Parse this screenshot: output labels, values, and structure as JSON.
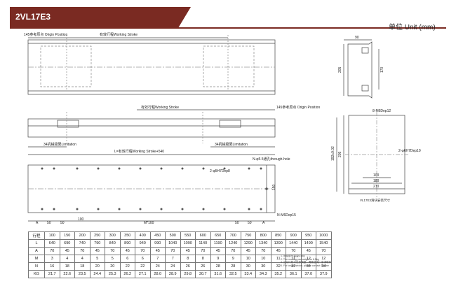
{
  "header": {
    "title": "2VL17E3",
    "unit": "单位 Unit (mm)"
  },
  "colors": {
    "brand": "#7a2a22",
    "line": "#444444",
    "dash": "#888888"
  },
  "top_view": {
    "origin_label": "145参考原点 Origin Position",
    "stroke_label": "有效行程Working Stroke"
  },
  "side_view": {
    "stroke_label": "有效行程Working Stroke",
    "origin_label": "145参考原点 Origin Position",
    "limit_left": "34机械极限Limitation",
    "limit_right": "34机械极限Limitation",
    "length_label": "L=有效行程Working Stroke+540"
  },
  "bottom_view": {
    "through_hole": "N-φ5.5通孔through-hole",
    "dowel": "2-φ5H7Dep8",
    "tap": "N-M6Dep15",
    "dim_150": "150",
    "dims": [
      "A",
      "50",
      "50",
      "100",
      "M*100",
      "50",
      "50",
      "A"
    ]
  },
  "end_view": {
    "d90": "90",
    "d205": "205",
    "d170": "170"
  },
  "section_view": {
    "tap": "8-M6Dep12",
    "dowel": "2-φ6H7Dep10",
    "d205": "205",
    "d192": "192±0.02",
    "d100": "100",
    "d180": "180",
    "d210": "210",
    "caption": "VL17E3滑块安装尺寸"
  },
  "spec_table": {
    "rows": [
      {
        "label": "行程",
        "values": [
          "100",
          "150",
          "200",
          "250",
          "300",
          "350",
          "400",
          "450",
          "500",
          "550",
          "600",
          "650",
          "700",
          "750",
          "800",
          "850",
          "900",
          "950",
          "1000"
        ]
      },
      {
        "label": "L",
        "values": [
          "640",
          "690",
          "740",
          "790",
          "840",
          "890",
          "940",
          "990",
          "1040",
          "1090",
          "1140",
          "1190",
          "1240",
          "1290",
          "1340",
          "1390",
          "1440",
          "1490",
          "1540"
        ]
      },
      {
        "label": "A",
        "values": [
          "70",
          "45",
          "70",
          "45",
          "70",
          "45",
          "70",
          "45",
          "70",
          "45",
          "70",
          "45",
          "70",
          "45",
          "70",
          "45",
          "70",
          "45",
          "70"
        ]
      },
      {
        "label": "M",
        "values": [
          "3",
          "4",
          "4",
          "5",
          "5",
          "6",
          "6",
          "7",
          "7",
          "8",
          "8",
          "9",
          "9",
          "10",
          "10",
          "11",
          "11",
          "12",
          "12"
        ]
      },
      {
        "label": "N",
        "values": [
          "16",
          "18",
          "18",
          "20",
          "20",
          "22",
          "22",
          "24",
          "24",
          "26",
          "26",
          "28",
          "28",
          "30",
          "30",
          "32",
          "32",
          "34",
          "34"
        ]
      },
      {
        "label": "KG",
        "values": [
          "21.7",
          "22.6",
          "23.5",
          "24.4",
          "25.3",
          "26.2",
          "27.1",
          "28.0",
          "28.9",
          "29.8",
          "30.7",
          "31.6",
          "32.5",
          "33.4",
          "34.3",
          "35.2",
          "36.1",
          "37.0",
          "37.9"
        ]
      }
    ],
    "notes": [
      "1. 运动部分重量6.5kg",
      "2. The moving part weight is 6.5kg",
      "3. 运动行程可任意调整，需要咨询厂家请联系",
      "4. For longer stroke, please contact Skyline"
    ]
  }
}
